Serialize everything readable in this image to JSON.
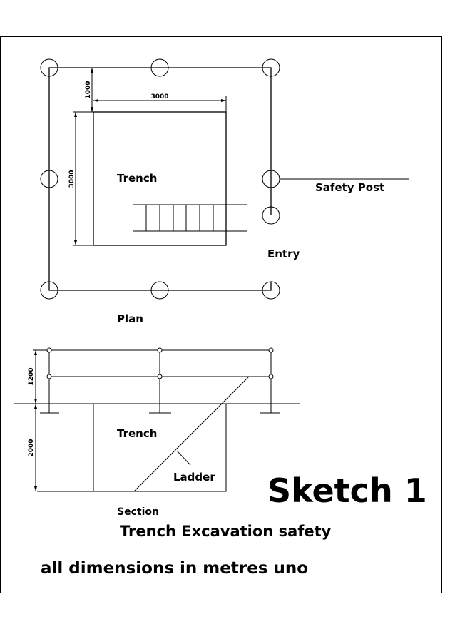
{
  "plan": {
    "title": "Plan",
    "trench_label": "Trench",
    "safety_post_label": "Safety Post",
    "entry_label": "Entry",
    "dim_offset": "1000",
    "dim_width": "3000",
    "dim_length": "3000"
  },
  "section": {
    "title": "Section",
    "trench_label": "Trench",
    "ladder_label": "Ladder",
    "dim_rail_height": "1200",
    "dim_depth": "2000"
  },
  "sketch_title": "Sketch 1",
  "subtitle": "Trench Excavation safety",
  "note": "all dimensions in metres uno"
}
